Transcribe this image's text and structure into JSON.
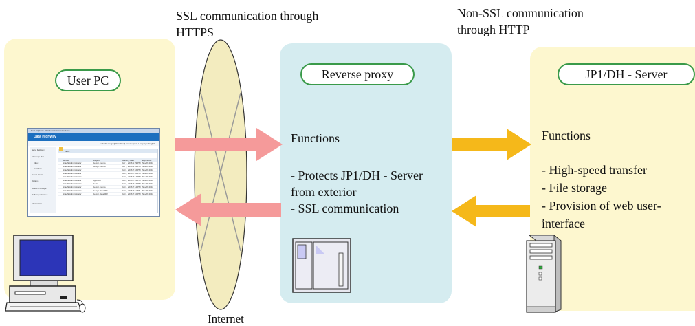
{
  "top_labels": {
    "ssl_line1": "SSL communication through",
    "ssl_line2": "HTTPS",
    "nonssl_line1": "Non-SSL communication",
    "nonssl_line2": "through HTTP"
  },
  "internet_label": "Internet",
  "user_pc": {
    "title": "User PC",
    "screen": {
      "window_title": "Data Highway - Windows Internet Explorer",
      "app_name": "Data Highway",
      "top_bar": "Hitachi sm.gm@hitachi.ngl.com   Logout | Language: English",
      "menu": [
        "Send Delivery",
        "Message Box",
        "Inbox",
        "Sent box",
        "Guest Users",
        "Options",
        "Users & Groups",
        "Delivery Histories",
        "Information"
      ],
      "inbox_title": "Inbox",
      "columns": [
        "Sender",
        "Subject",
        "Delivery Date",
        "Expiration"
      ],
      "rows": [
        [
          "Hitachi Administrator",
          "Design memo",
          "Oct 7, 2016 1:23 PM",
          "Nov 8, 2016"
        ],
        [
          "Hitachi Administrator",
          "Design memo",
          "Oct 7, 2016 1:22 PM",
          "Nov 8, 2016"
        ],
        [
          "Hitachi Administrator",
          "",
          "Oct 6, 2016 7:16 PM",
          "Nov 8, 2016"
        ],
        [
          "Hitachi Administrator",
          "",
          "Oct 6, 2016 7:16 PM",
          "Nov 8, 2016"
        ],
        [
          "Hitachi Administrator",
          "",
          "Oct 6, 2016 7:14 PM",
          "Nov 8, 2016"
        ],
        [
          "Hitachi Administrator",
          "Approval",
          "Oct 6, 2016 7:14 PM",
          "Nov 8, 2016"
        ],
        [
          "Hitachi Administrator",
          "Detail",
          "Oct 6, 2016 7:13 PM",
          "Nov 8, 2016"
        ],
        [
          "Hitachi Administrator",
          "Design memo",
          "Oct 6, 2016 7:12 PM",
          "Nov 8, 2016"
        ],
        [
          "Hitachi Administrator",
          "Design data 001",
          "Oct 6, 2016 7:11 PM",
          "Nov 8, 2016"
        ],
        [
          "Hitachi Administrator",
          "Design data 002",
          "Oct 6, 2016 7:10 PM",
          "Nov 8, 2016"
        ]
      ]
    }
  },
  "reverse_proxy": {
    "title": "Reverse proxy",
    "functions_heading": "Functions",
    "functions": [
      "- Protects JP1/DH - Server",
      "from exterior",
      "- SSL communication"
    ]
  },
  "server": {
    "title": "JP1/DH - Server",
    "functions_heading": "Functions",
    "functions": [
      "- High-speed transfer",
      "- File storage",
      "- Provision of web user-",
      "interface"
    ]
  },
  "colors": {
    "user_panel": "#fdf7cf",
    "proxy_panel": "#d5ecf0",
    "ssl_arrow": "#f59a9a",
    "http_arrow": "#f5b81a",
    "pill_border": "#3a9a4a",
    "ellipse": "#f3ecbf"
  }
}
